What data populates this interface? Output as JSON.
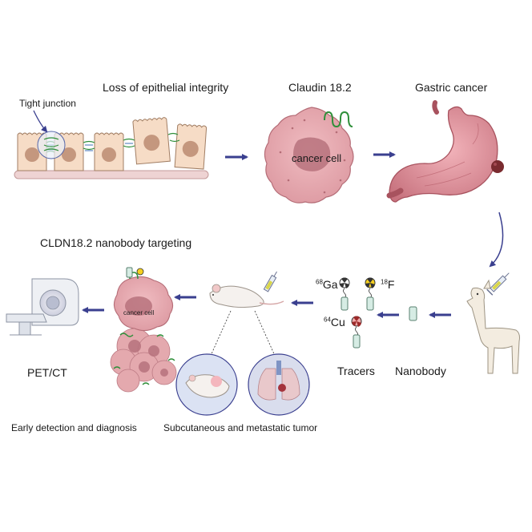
{
  "labels": {
    "loss_of_integrity": "Loss of epithelial integrity",
    "claudin": "Claudin 18.2",
    "gastric_cancer": "Gastric cancer",
    "tight_junction": "Tight junction",
    "cancer_cell": "cancer cell",
    "cancer_cell_small": "cancer cell",
    "nanobody_targeting": "CLDN18.2 nanobody targeting",
    "pet_ct": "PET/CT",
    "tracers": "Tracers",
    "nanobody": "Nanobody",
    "early_detection": "Early detection and diagnosis",
    "subcutaneous": "Subcutaneous and metastatic tumor"
  },
  "isotopes": {
    "ga": {
      "mass": "68",
      "symbol": "Ga"
    },
    "f": {
      "mass": "18",
      "symbol": "F"
    },
    "cu": {
      "mass": "64",
      "symbol": "Cu"
    }
  },
  "colors": {
    "arrow": "#3a3f8f",
    "cell_fill": "#f6dcc6",
    "cell_stroke": "#a17e64",
    "nucleus": "#c4977e",
    "cancer_fill": "#e6a7ae",
    "cancer_stroke": "#b56d77",
    "cancer_nucleus": "#b7727d",
    "stomach": "#d98b94",
    "claudin_green": "#2f8f3a",
    "nanobody_fill": "#d6ece4"
  }
}
